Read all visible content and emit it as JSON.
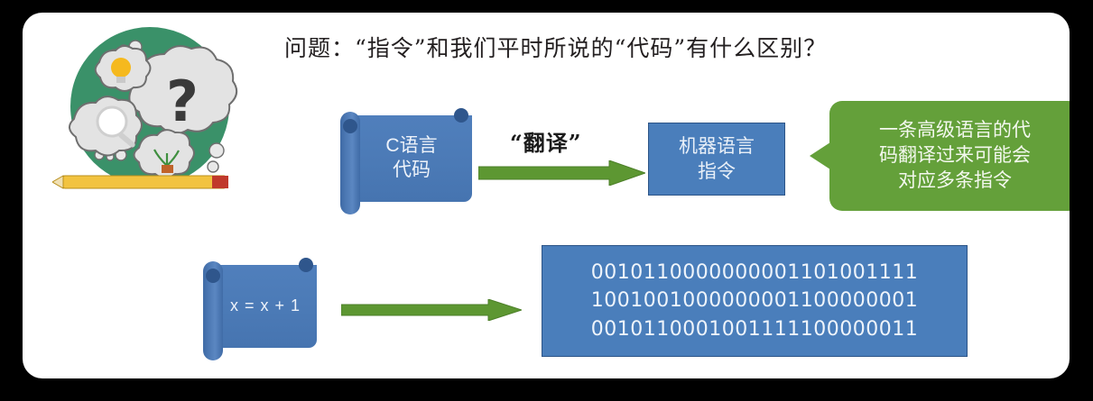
{
  "slide": {
    "title": "问题：“指令”和我们平时所说的“代码”有什么区别？",
    "background_color": "#ffffff",
    "frame_color": "#000000"
  },
  "icon": {
    "name": "thinking-question-icon",
    "circle_color": "#3a9169",
    "bubble_color": "#e3e3e3",
    "question_mark": "?",
    "pencil_color": "#f2c340",
    "bulb_color": "#f5b91e"
  },
  "diagram": {
    "source_scroll": {
      "line1": "C语言",
      "line2": "代码",
      "color": "#4a7ebb"
    },
    "translate_label": "“翻译”",
    "arrow_color": "#5d9732",
    "target_box": {
      "line1": "机器语言",
      "line2": "指令",
      "color": "#4a7ebb"
    },
    "callout": {
      "line1": "一条高级语言的代",
      "line2": "码翻译过来可能会",
      "line3": "对应多条指令",
      "color": "#64a03a"
    },
    "example_scroll": {
      "code": "x = x + 1",
      "color": "#4a7ebb"
    },
    "binary_box": {
      "color": "#4a7ebb",
      "lines": [
        "0010110000000001101001111",
        "1001001000000001100000001",
        "0010110001001111100000011"
      ]
    }
  }
}
